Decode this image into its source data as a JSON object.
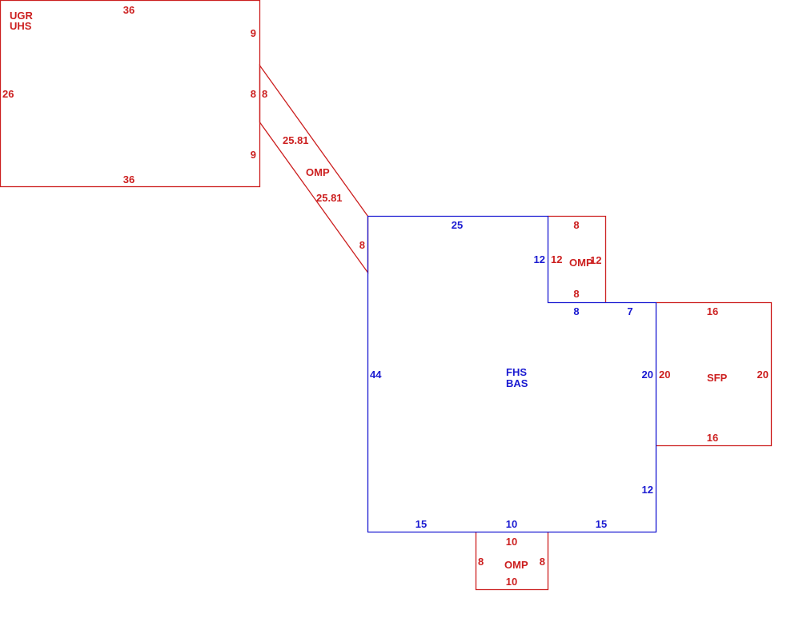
{
  "colors": {
    "red": "#cc1f1f",
    "blue": "#1a1ad1"
  },
  "areas": {
    "ugr": {
      "code1": "UGR",
      "code2": "UHS",
      "dims": {
        "top": "36",
        "bottom": "36",
        "left": "26",
        "right_top": "9",
        "right_mid": "8",
        "right_bottom": "9"
      }
    },
    "omp_connector": {
      "code": "OMP",
      "dims": {
        "top_end": "8",
        "upper_diag": "25.81",
        "lower_diag": "25.81",
        "bottom_end": "8"
      }
    },
    "fhs": {
      "code1": "FHS",
      "code2": "BAS",
      "dims": {
        "top": "25",
        "notch_left": "12",
        "notch_bottom": "8",
        "right_top": "7",
        "right_upper": "20",
        "right_lower": "12",
        "left": "44",
        "bottom_left": "15",
        "bottom_mid": "10",
        "bottom_right": "15"
      }
    },
    "omp_small": {
      "code": "OMP",
      "dims": {
        "top": "8",
        "left": "12",
        "right": "12",
        "bottom": "8"
      }
    },
    "sfp": {
      "code": "SFP",
      "dims": {
        "top": "16",
        "bottom": "16",
        "left": "20",
        "right": "20"
      }
    },
    "omp_bottom": {
      "code": "OMP",
      "dims": {
        "top": "10",
        "bottom": "10",
        "left": "8",
        "right": "8"
      }
    }
  }
}
